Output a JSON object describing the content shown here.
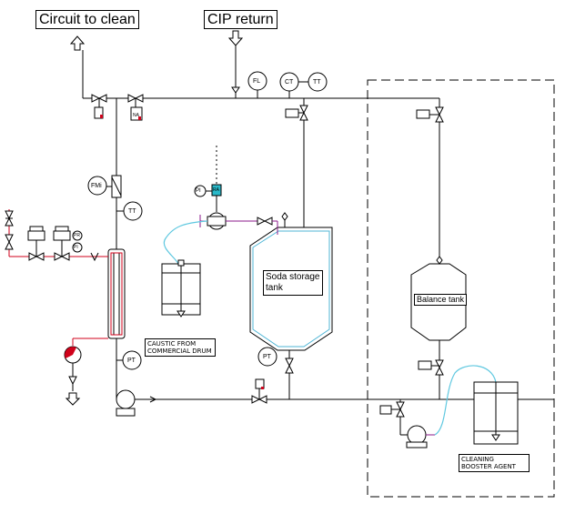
{
  "labels": {
    "circuit_to_clean": "Circuit to clean",
    "cip_return": "CIP return",
    "soda_storage_tank": "Soda storage tank",
    "balance_tank": "Balance tank",
    "caustic_note_line1": "CAUSTIC FROM",
    "caustic_note_line2": "COMMERCIAL DRUM",
    "booster_note_line1": "CLEANING",
    "booster_note_line2": "BOOSTER AGENT"
  },
  "instruments": {
    "fl": "FL",
    "ct": "CT",
    "tt_top": "TT",
    "fm": "FMi",
    "tt_mid": "TT",
    "pt_left": "PT",
    "pt_tank": "PT",
    "pi": "PI",
    "pr": "PR",
    "pi_small": "PI",
    "ra": "RA"
  },
  "colors": {
    "line": "#000000",
    "hose": "#5fc8e0",
    "signal": "#8b1a8b",
    "heat_loop": "#d0021b",
    "jacket_cyan": "#4fb6d6",
    "highlight": "#2ab9c9"
  }
}
